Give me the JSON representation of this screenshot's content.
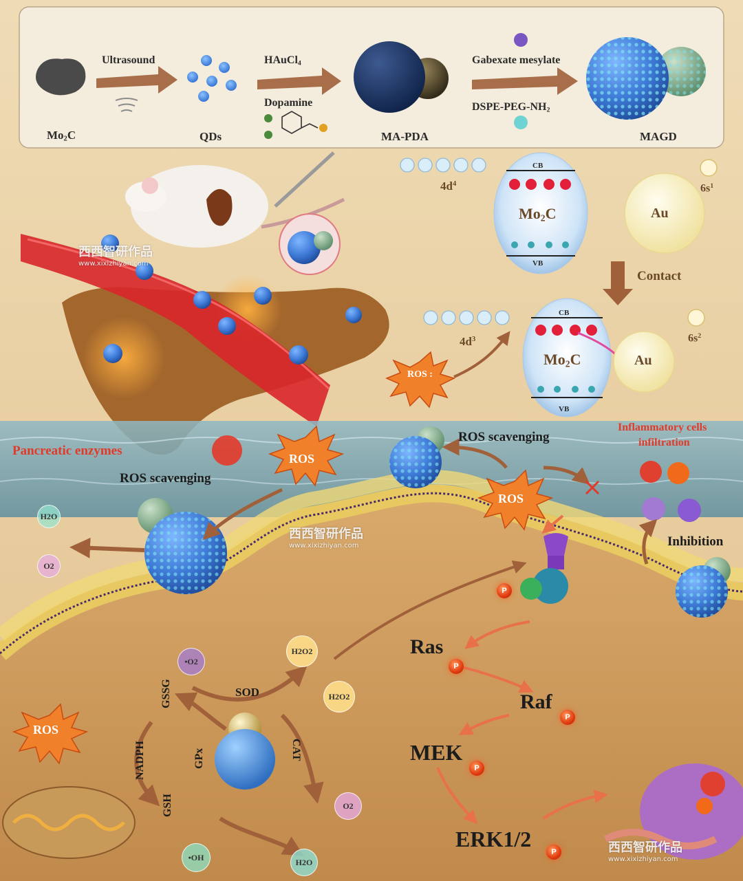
{
  "synthesis": {
    "ultrasound": "Ultrasound",
    "haucl4_main": "HAuCl",
    "haucl4_sub": "4",
    "dopamine": "Dopamine",
    "gabexate": "Gabexate mesylate",
    "dspe_main": "DSPE-PEG-NH",
    "dspe_sub": "2",
    "mo2c_main": "Mo",
    "mo2c_sub": "2",
    "mo2c_end": "C",
    "qds": "QDs",
    "mapda": "MA-PDA",
    "magd": "MAGD"
  },
  "electronics": {
    "cb": "CB",
    "vb": "VB",
    "mo2c_main": "Mo",
    "mo2c_sub": "2",
    "mo2c_end": "C",
    "au": "Au",
    "d4_main": "4d",
    "d4_sup": "4",
    "d3_main": "4d",
    "d3_sup": "3",
    "s1_main": "6s",
    "s1_sup": "1",
    "s2_main": "6s",
    "s2_sup": "2",
    "contact": "Contact",
    "ros_colon": "ROS :"
  },
  "tissue": {
    "pancreatic_enzymes": "Pancreatic enzymes",
    "ros_scavenging_left": "ROS scavenging",
    "ros_scavenging_top": "ROS scavenging",
    "ros": "ROS",
    "inflammatory_line1": "Inflammatory cells",
    "inflammatory_line2": "infiltration",
    "inhibition": "Inhibition",
    "h2o": "H2O",
    "o2": "O2"
  },
  "cell": {
    "superoxide": "•O2",
    "h2o2_top": "H2O2",
    "h2o2_right": "H2O2",
    "sod": "SOD",
    "gssg": "GSSG",
    "nadph": "NADPH",
    "gpx": "GPx",
    "gsh": "GSH",
    "cat": "CAT",
    "o2": "O2",
    "oh": "•OH",
    "h2o": "H2O",
    "ros": "ROS"
  },
  "pathway": {
    "ras": "Ras",
    "raf": "Raf",
    "mek": "MEK",
    "erk": "ERK1/2",
    "p": "P"
  },
  "watermark": {
    "cn": "西西智研作品",
    "url": "www.xixizhiyan.com"
  },
  "colors": {
    "arrow": "#a0613a",
    "ros_burst": "#f0812a",
    "enzyme_red": "#e23a2a",
    "phosphate": "#e03a10"
  }
}
